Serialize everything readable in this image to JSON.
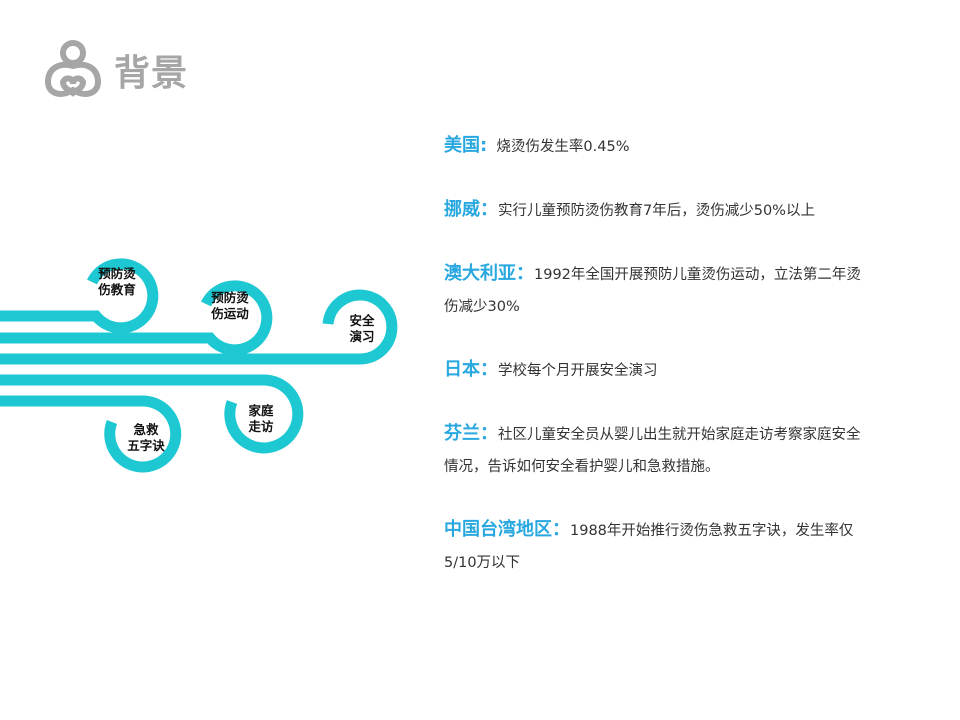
{
  "header": {
    "title": "背景"
  },
  "diagram": {
    "nodes": [
      {
        "line1": "预防烫",
        "line2": "伤教育"
      },
      {
        "line1": "预防烫",
        "line2": "伤运动"
      },
      {
        "line1": "安全",
        "line2": "演习"
      },
      {
        "line1": "家庭",
        "line2": "走访"
      },
      {
        "line1": "急救",
        "line2": "五字诀"
      }
    ],
    "accent_color": "#1ec8d2"
  },
  "entries": [
    {
      "country": "美国:",
      "text": "  烧烫伤发生率0.45%"
    },
    {
      "country": "挪威：",
      "text": "实行儿童预防烫伤教育7年后，烫伤减少50%以上"
    },
    {
      "country": "澳大利亚：",
      "text": "1992年全国开展预防儿童烫伤运动，立法第二年烫伤减少30%"
    },
    {
      "country": "日本：",
      "text": "学校每个月开展安全演习"
    },
    {
      "country": "芬兰：",
      "text": "社区儿童安全员从婴儿出生就开始家庭走访考察家庭安全情况，告诉如何安全看护婴儿和急救措施。"
    },
    {
      "country": "中国台湾地区：",
      "text": "1988年开始推行烫伤急救五字诀，发生率仅5/10万以下"
    }
  ]
}
